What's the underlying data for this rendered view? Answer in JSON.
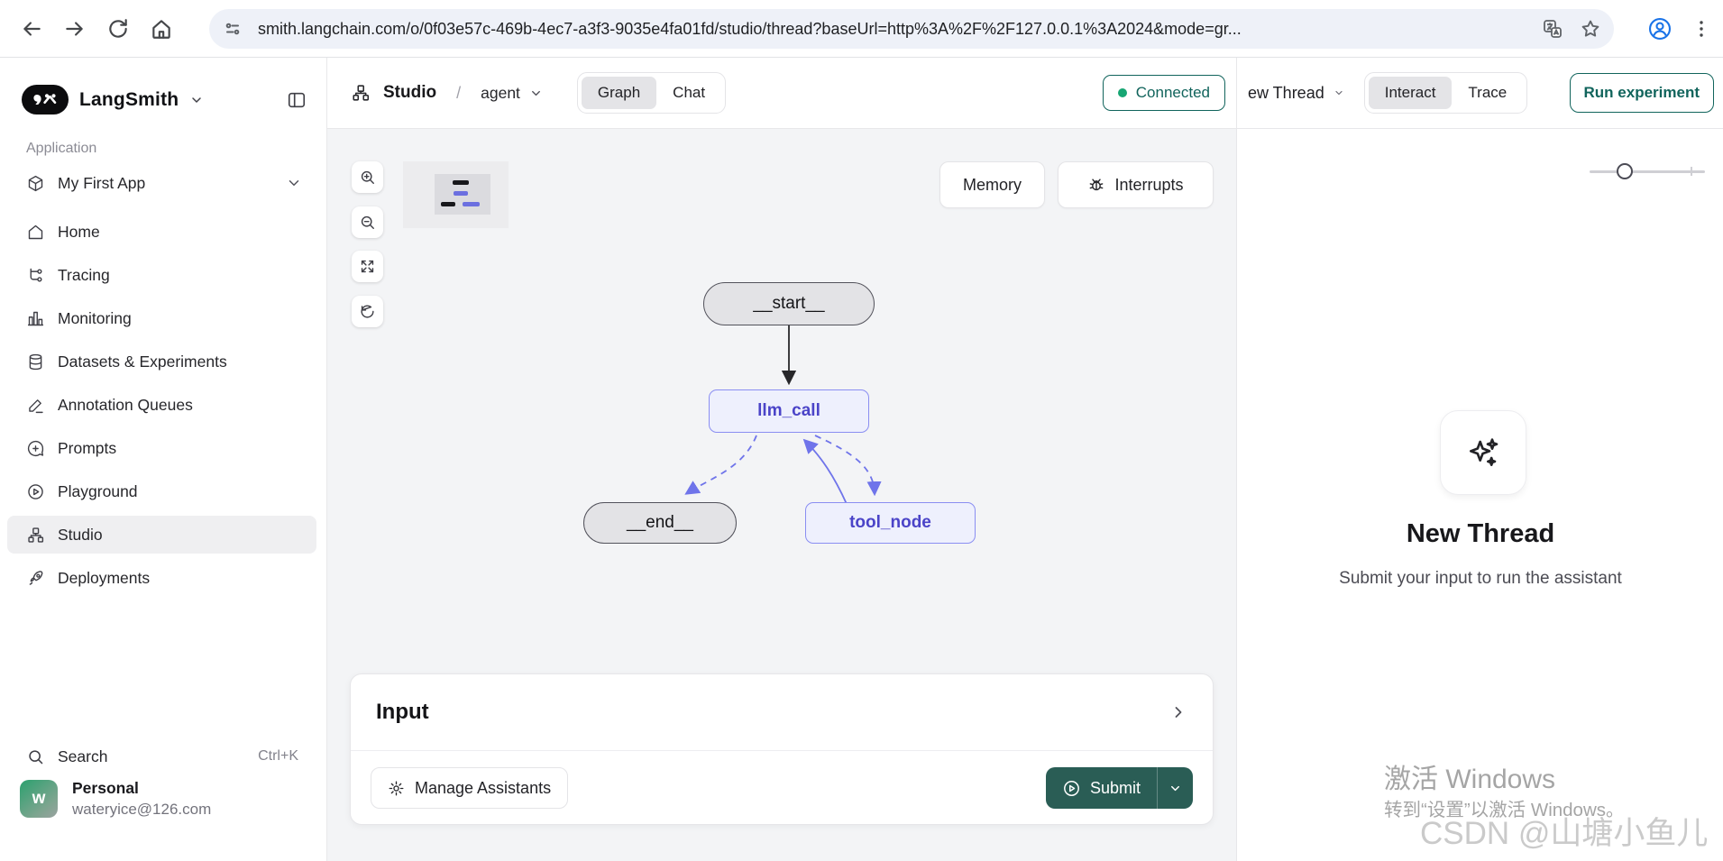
{
  "browser": {
    "url": "smith.langchain.com/o/0f03e57c-469b-4ec7-a3f3-9035e4fa01fd/studio/thread?baseUrl=http%3A%2F%2F127.0.0.1%3A2024&mode=gr...",
    "icons": [
      "back-arrow",
      "forward-arrow",
      "reload",
      "home",
      "site-settings",
      "translate",
      "bookmark-star",
      "profile",
      "menu-dots"
    ]
  },
  "sidebar": {
    "brand": "LangSmith",
    "section_label": "Application",
    "app_item": "My First App",
    "items": [
      {
        "label": "Home",
        "icon": "home-icon"
      },
      {
        "label": "Tracing",
        "icon": "tracing-icon"
      },
      {
        "label": "Monitoring",
        "icon": "bar-chart-icon"
      },
      {
        "label": "Datasets & Experiments",
        "icon": "database-icon"
      },
      {
        "label": "Annotation Queues",
        "icon": "pen-icon"
      },
      {
        "label": "Prompts",
        "icon": "chat-plus-icon"
      },
      {
        "label": "Playground",
        "icon": "play-circle-icon"
      },
      {
        "label": "Studio",
        "icon": "flow-nodes-icon",
        "active": true
      },
      {
        "label": "Deployments",
        "icon": "rocket-icon"
      }
    ],
    "search": {
      "label": "Search",
      "shortcut": "Ctrl+K"
    },
    "account": {
      "name": "Personal",
      "email": "wateryice@126.com",
      "avatar_letter": "w"
    }
  },
  "header": {
    "breadcrumb_app": "Studio",
    "breadcrumb_sep": "/",
    "agent": "agent",
    "tabs": [
      {
        "label": "Graph",
        "active": true
      },
      {
        "label": "Chat",
        "active": false
      }
    ],
    "connection_status": "Connected"
  },
  "thread_header": {
    "thread_label": "ew Thread",
    "modes": [
      {
        "label": "Interact",
        "active": true
      },
      {
        "label": "Trace",
        "active": false
      }
    ],
    "run_button": "Run experiment"
  },
  "canvas": {
    "memory_label": "Memory",
    "interrupts_label": "Interrupts",
    "tool_icons": [
      "zoom-in",
      "zoom-out",
      "fit-view",
      "reset-layout"
    ]
  },
  "graph": {
    "nodes": {
      "start": {
        "label": "__start__",
        "style": "gray-pill"
      },
      "llm_call": {
        "label": "llm_call",
        "style": "purple-rect"
      },
      "end": {
        "label": "__end__",
        "style": "gray-pill"
      },
      "tool_node": {
        "label": "tool_node",
        "style": "purple-rect"
      }
    },
    "edges": [
      {
        "from": "__start__",
        "to": "llm_call",
        "style": "solid-black"
      },
      {
        "from": "llm_call",
        "to": "__end__",
        "style": "dashed-purple"
      },
      {
        "from": "llm_call",
        "to": "tool_node",
        "style": "dashed-purple"
      },
      {
        "from": "tool_node",
        "to": "llm_call",
        "style": "solid-purple"
      }
    ]
  },
  "input_panel": {
    "title": "Input",
    "manage_assistants": "Manage Assistants",
    "submit": "Submit"
  },
  "thread_panel": {
    "title": "New Thread",
    "subtitle": "Submit your input to run the assistant"
  },
  "watermark": {
    "line1": "激活 Windows",
    "line2": "转到“设置”以激活 Windows。",
    "line3": "CSDN @山塘小鱼儿"
  },
  "colors": {
    "accent_teal": "#11645c",
    "connected_dot": "#17a673",
    "submit_bg": "#2a5d55",
    "node_purple_border": "#8a8ef2",
    "node_purple_text": "#4b44c8",
    "node_gray_bg": "#e3e3e6",
    "edge_purple": "#6f74ea",
    "canvas_bg": "#f3f4f6",
    "avatar_green": "#37a173"
  }
}
